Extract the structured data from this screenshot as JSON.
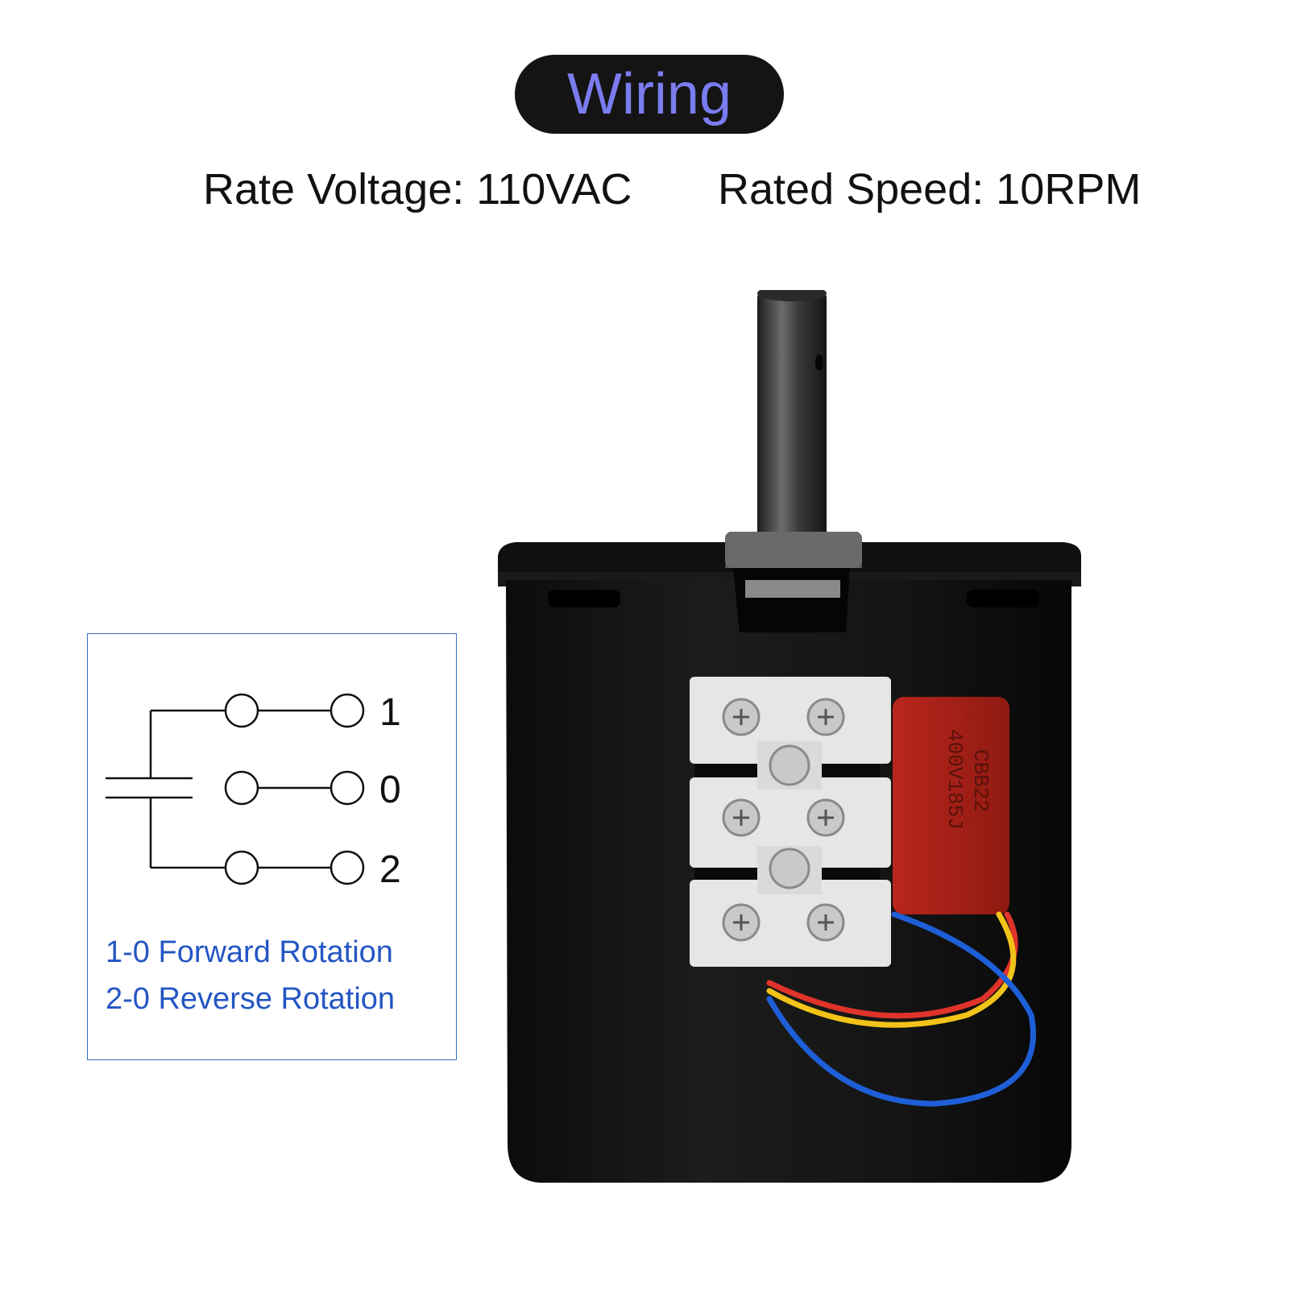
{
  "header": {
    "title": "Wiring"
  },
  "specs": {
    "voltage": "Rate Voltage: 110VAC",
    "speed": "Rated Speed: 10RPM"
  },
  "diagram": {
    "terminals": [
      "1",
      "0",
      "2"
    ],
    "notes": [
      "1-0 Forward Rotation",
      "2-0 Reverse Rotation"
    ],
    "line_color": "#111111",
    "note_color": "#2456c3"
  },
  "photo": {
    "capacitor_print": [
      "CBB22",
      "400V185J"
    ],
    "icon": "gear-motor-photo"
  }
}
